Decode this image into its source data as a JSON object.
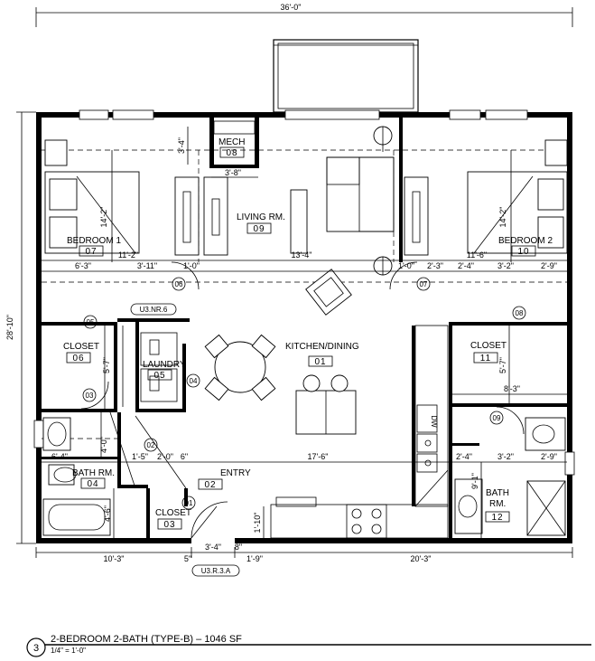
{
  "overall_width_dim": "36'-0\"",
  "overall_depth_dim": "28'-10\"",
  "rooms": [
    {
      "name": "BEDROOM 1",
      "num": "07"
    },
    {
      "name": "BEDROOM 2",
      "num": "10"
    },
    {
      "name": "MECH",
      "num": "08"
    },
    {
      "name": "LIVING RM.",
      "num": "09"
    },
    {
      "name": "KITCHEN/DINING",
      "num": "01"
    },
    {
      "name": "CLOSET",
      "num": "06"
    },
    {
      "name": "LAUNDRY",
      "num": "05"
    },
    {
      "name": "CLOSET",
      "num": "11"
    },
    {
      "name": "BATH RM.",
      "num": "04"
    },
    {
      "name": "ENTRY",
      "num": "02"
    },
    {
      "name": "CLOSET",
      "num": "03"
    },
    {
      "name": "BATH",
      "name2": "RM.",
      "num": "12"
    }
  ],
  "dims": {
    "d_3_4": "3'-4\"",
    "d_3_8": "3'-8\"",
    "d_14_2_left": "14'-2\"",
    "d_14_2_right": "14'-2\"",
    "d_11_2": "11'-2\"",
    "d_13_4": "13'-4\"",
    "d_11_6": "11'-6\"",
    "d_6_3": "6'-3\"",
    "d_3_11": "3'-11\"",
    "d_1_0_a": "1'-0\"",
    "d_1_0_b": "1'-0\"",
    "d_2_3": "2'-3\"",
    "d_2_4_a": "2'-4\"",
    "d_3_2_a": "3'-2\"",
    "d_2_9_a": "2'-9\"",
    "d_5_7_left": "5'-7\"",
    "d_5_7_right": "5'-7\"",
    "d_8_3": "8'-3\"",
    "d_4_0": "4'-0\"",
    "d_6_4": "6'-4\"",
    "d_1_5": "1'-5\"",
    "d_2_0": "2'-0\"",
    "d_6": "6\"",
    "d_17_6": "17'-6\"",
    "d_2_4_b": "2'-4\"",
    "d_3_2_b": "3'-2\"",
    "d_2_9_b": "2'-9\"",
    "d_9_1": "9'-1\"",
    "d_4_6": "4'-6\"",
    "d_1_10": "1'-10\"",
    "d_10_3": "10'-3\"",
    "d_5": "5\"",
    "d_3_4_b": "3'-4\"",
    "d_8": "8\"",
    "d_1_9": "1'-9\"",
    "d_20_3": "20'-3\""
  },
  "tags": [
    "01",
    "02",
    "03",
    "04",
    "05",
    "06",
    "07",
    "08",
    "09"
  ],
  "refs": {
    "ref_a": "U3.NR.6",
    "ref_b": "U3.R.3.A"
  },
  "appliance_label": "DW",
  "title_block": {
    "drawing_number": "3",
    "title": "2-BEDROOM 2-BATH (TYPE-B) – 1046 SF",
    "scale": "1/4\" = 1'-0\""
  }
}
